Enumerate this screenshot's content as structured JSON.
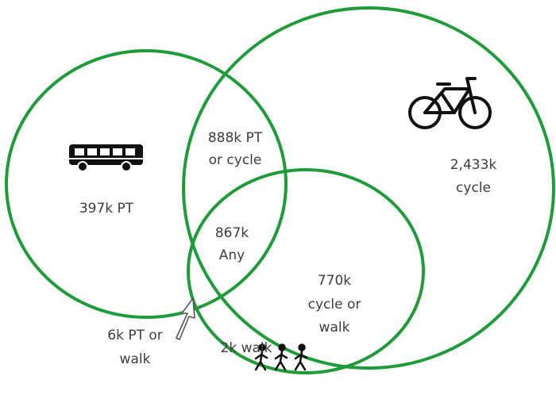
{
  "colors": {
    "circle_stroke": "#1f9b3a",
    "label_text": "#3d3d3d",
    "icon_fill": "#111111",
    "background": "#ffffff"
  },
  "regions": {
    "pt_only": [
      "397k PT"
    ],
    "pt_or_cycle": [
      "888k PT",
      "or cycle"
    ],
    "cycle_only": [
      "2,433k",
      "cycle"
    ],
    "any": [
      "867k",
      "Any"
    ],
    "cycle_or_walk": [
      "770k",
      "cycle or",
      "walk"
    ],
    "pt_or_walk": [
      "6k PT or",
      "walk"
    ],
    "walk_only": [
      "2k walk"
    ]
  },
  "icons": {
    "pt": "bus-icon",
    "cycle": "bicycle-icon",
    "walk": "walking-people-icon",
    "pointer": "arrow-icon"
  }
}
